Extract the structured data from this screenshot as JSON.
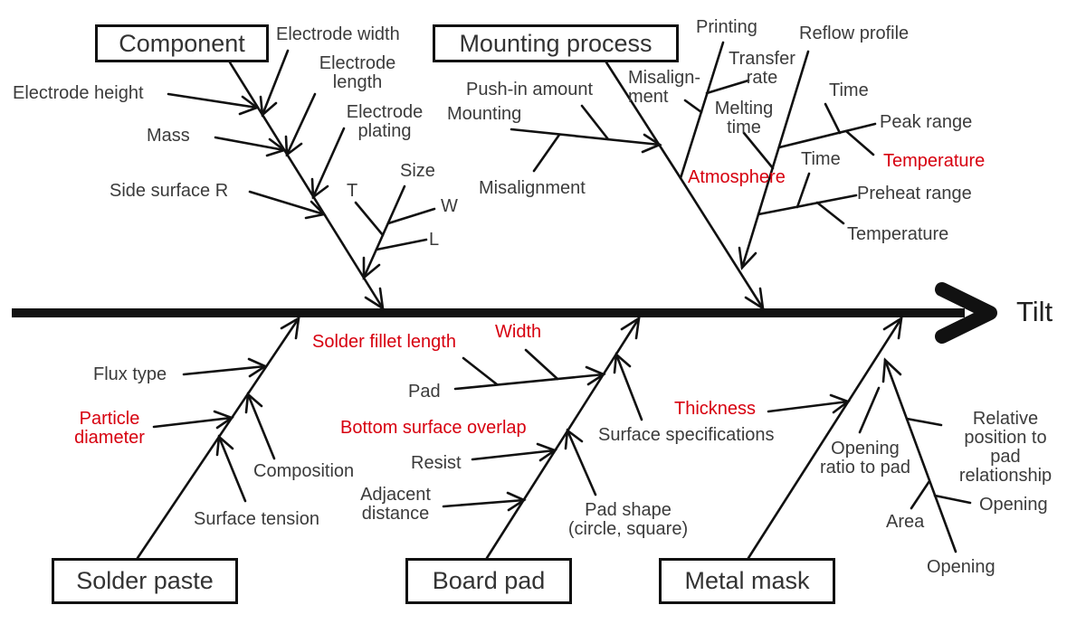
{
  "colors": {
    "highlight": "#d7000f",
    "line": "#111111",
    "text": "#3b3b3b"
  },
  "effect": {
    "label": "Tilt"
  },
  "component": {
    "box": "Component",
    "electrode_width": "Electrode width",
    "electrode_length": "Electrode\nlength",
    "electrode_plating": "Electrode\nplating",
    "electrode_height": "Electrode height",
    "mass": "Mass",
    "side_surface_r": "Side surface R",
    "size": "Size",
    "size_t": "T",
    "size_w": "W",
    "size_l": "L"
  },
  "mounting_process": {
    "box": "Mounting process",
    "push_in_amount": "Push-in amount",
    "mounting": "Mounting",
    "misalignment": "Misalignment",
    "misalignment_on_bone": "Misalign-\nment",
    "printing": "Printing",
    "transfer_rate": "Transfer\nrate",
    "melting_time": "Melting\ntime",
    "atmosphere": "Atmosphere"
  },
  "reflow_profile": {
    "label": "Reflow profile",
    "peak_time": "Time",
    "peak_range": "Peak range",
    "peak_temperature": "Temperature",
    "preheat_time": "Time",
    "preheat_range": "Preheat range",
    "preheat_temperature": "Temperature"
  },
  "solder_paste": {
    "box": "Solder paste",
    "flux_type": "Flux type",
    "particle_diameter": "Particle\ndiameter",
    "composition": "Composition",
    "surface_tension": "Surface tension"
  },
  "board_pad": {
    "box": "Board pad",
    "solder_fillet_length": "Solder fillet length",
    "width": "Width",
    "pad": "Pad",
    "bottom_surface_overlap": "Bottom surface overlap",
    "resist": "Resist",
    "adjacent_distance": "Adjacent\ndistance",
    "surface_specifications": "Surface specifications",
    "pad_shape": "Pad shape\n(circle, square)"
  },
  "metal_mask": {
    "box": "Metal mask",
    "thickness": "Thickness",
    "opening_ratio_to_pad": "Opening\nratio to pad",
    "relative_position_to_pad": "Relative\nposition to pad\nrelationship",
    "opening_side": "Opening",
    "area": "Area",
    "opening_bottom": "Opening"
  }
}
